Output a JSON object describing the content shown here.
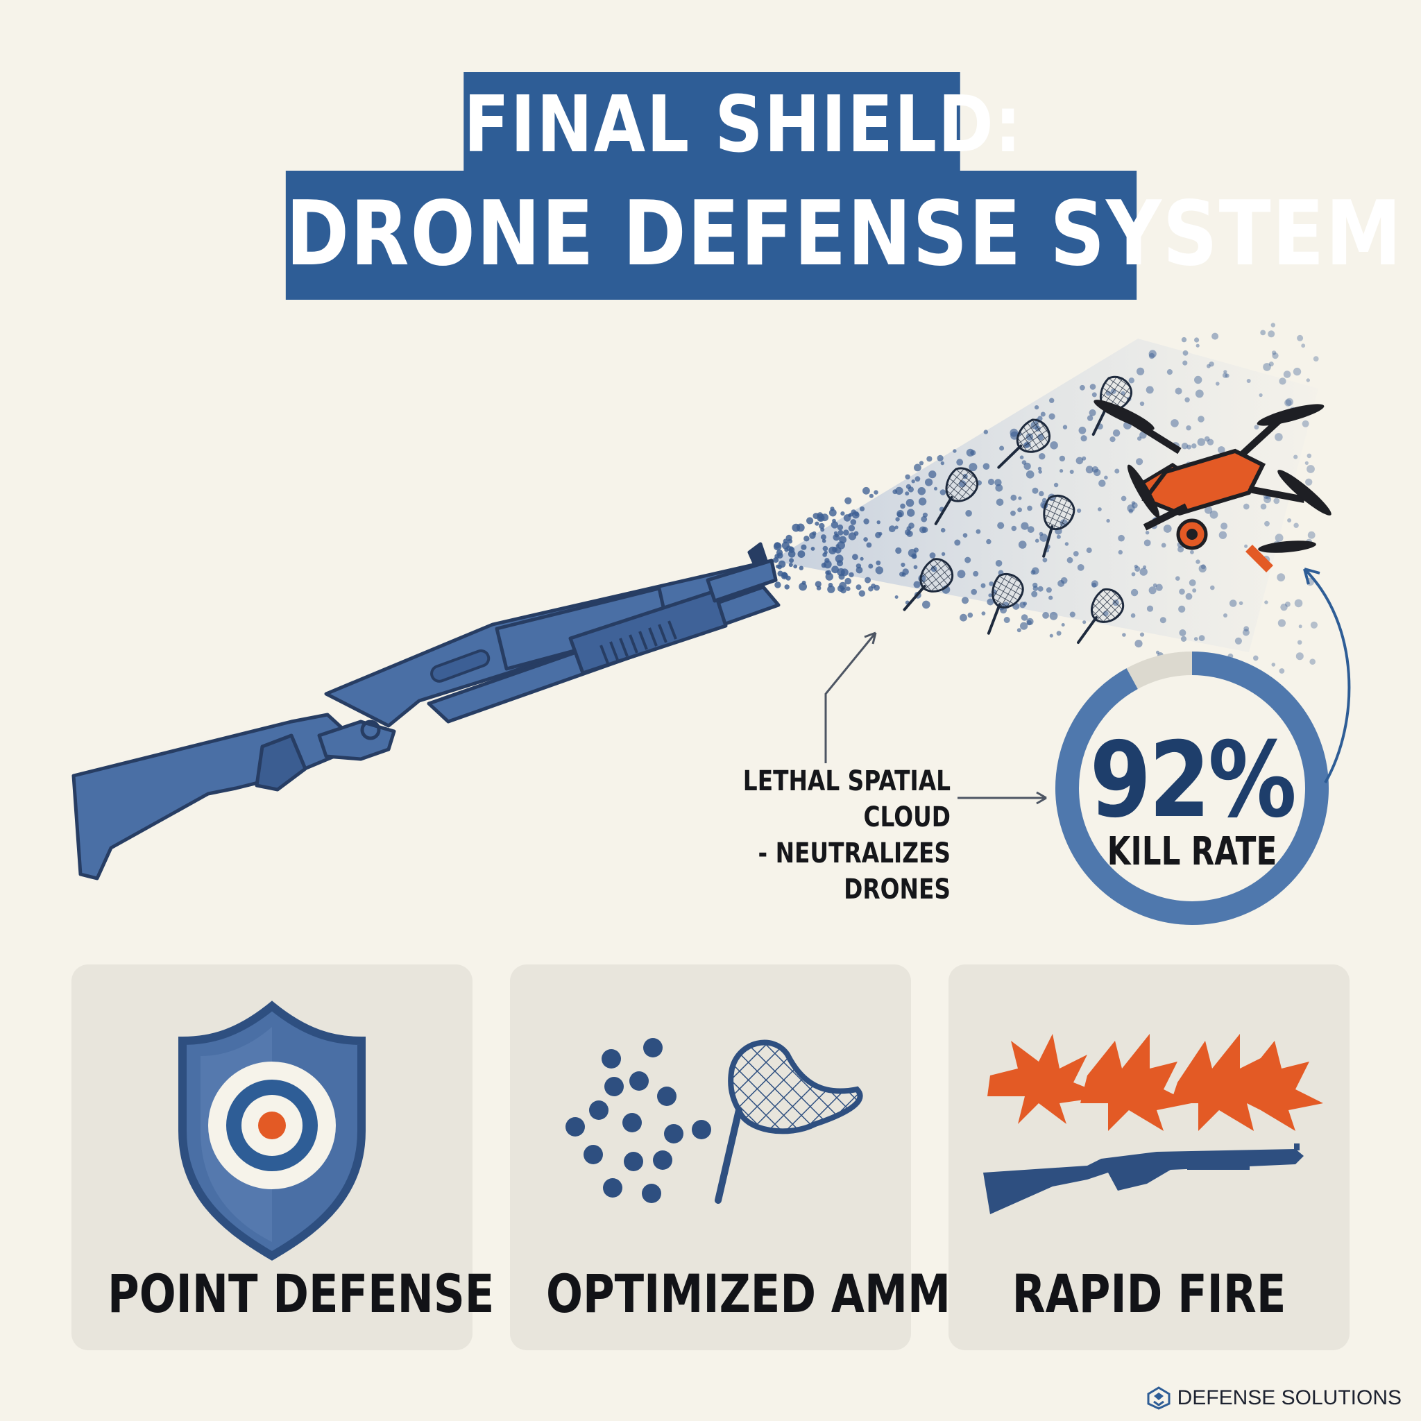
{
  "title": {
    "line1": "FINAL SHIELD:",
    "line2": "DRONE DEFENSE SYSTEM"
  },
  "callout": {
    "line1": "LETHAL SPATIAL CLOUD",
    "line2": "- NEUTRALIZES DRONES"
  },
  "gauge": {
    "value": "92%",
    "label": "KILL RATE",
    "fraction": 0.92
  },
  "features": [
    {
      "label": "POINT DEFENSE",
      "icon": "shield-target-icon"
    },
    {
      "label": "OPTIMIZED AMMO",
      "icon": "pellets-net-icon"
    },
    {
      "label": "RAPID FIRE",
      "icon": "muzzle-flash-shotgun-icon"
    }
  ],
  "footer": {
    "brand": "DEFENSE SOLUTIONS",
    "icon": "brand-logo-icon"
  },
  "colors": {
    "primary": "#2e5d96",
    "accent": "#e35a25",
    "background": "#f6f3ea",
    "card": "#e8e5dc"
  }
}
